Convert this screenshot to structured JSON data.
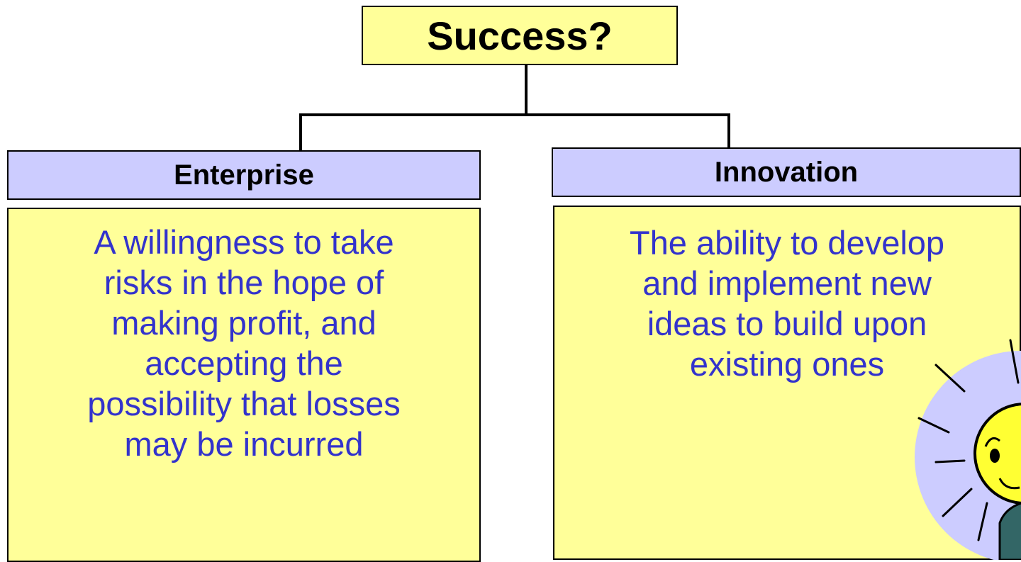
{
  "root": {
    "label": "Success?"
  },
  "branches": [
    {
      "title": "Enterprise",
      "lines": [
        "A willingness to take",
        "risks in the hope of",
        "making profit, and",
        "accepting the",
        "possibility that losses",
        "may be incurred"
      ]
    },
    {
      "title": "Innovation",
      "lines": [
        "The ability to develop",
        "and implement new",
        "ideas to build upon",
        "existing ones"
      ]
    }
  ],
  "colors": {
    "root_fill": "#ffff99",
    "header_fill": "#ccccff",
    "body_fill": "#ffff99",
    "body_text": "#3333cc",
    "sun_halo": "#ccccff",
    "sun_face": "#ffff33",
    "character_body": "#336666"
  },
  "decoration": {
    "icon": "sun-character-icon"
  }
}
